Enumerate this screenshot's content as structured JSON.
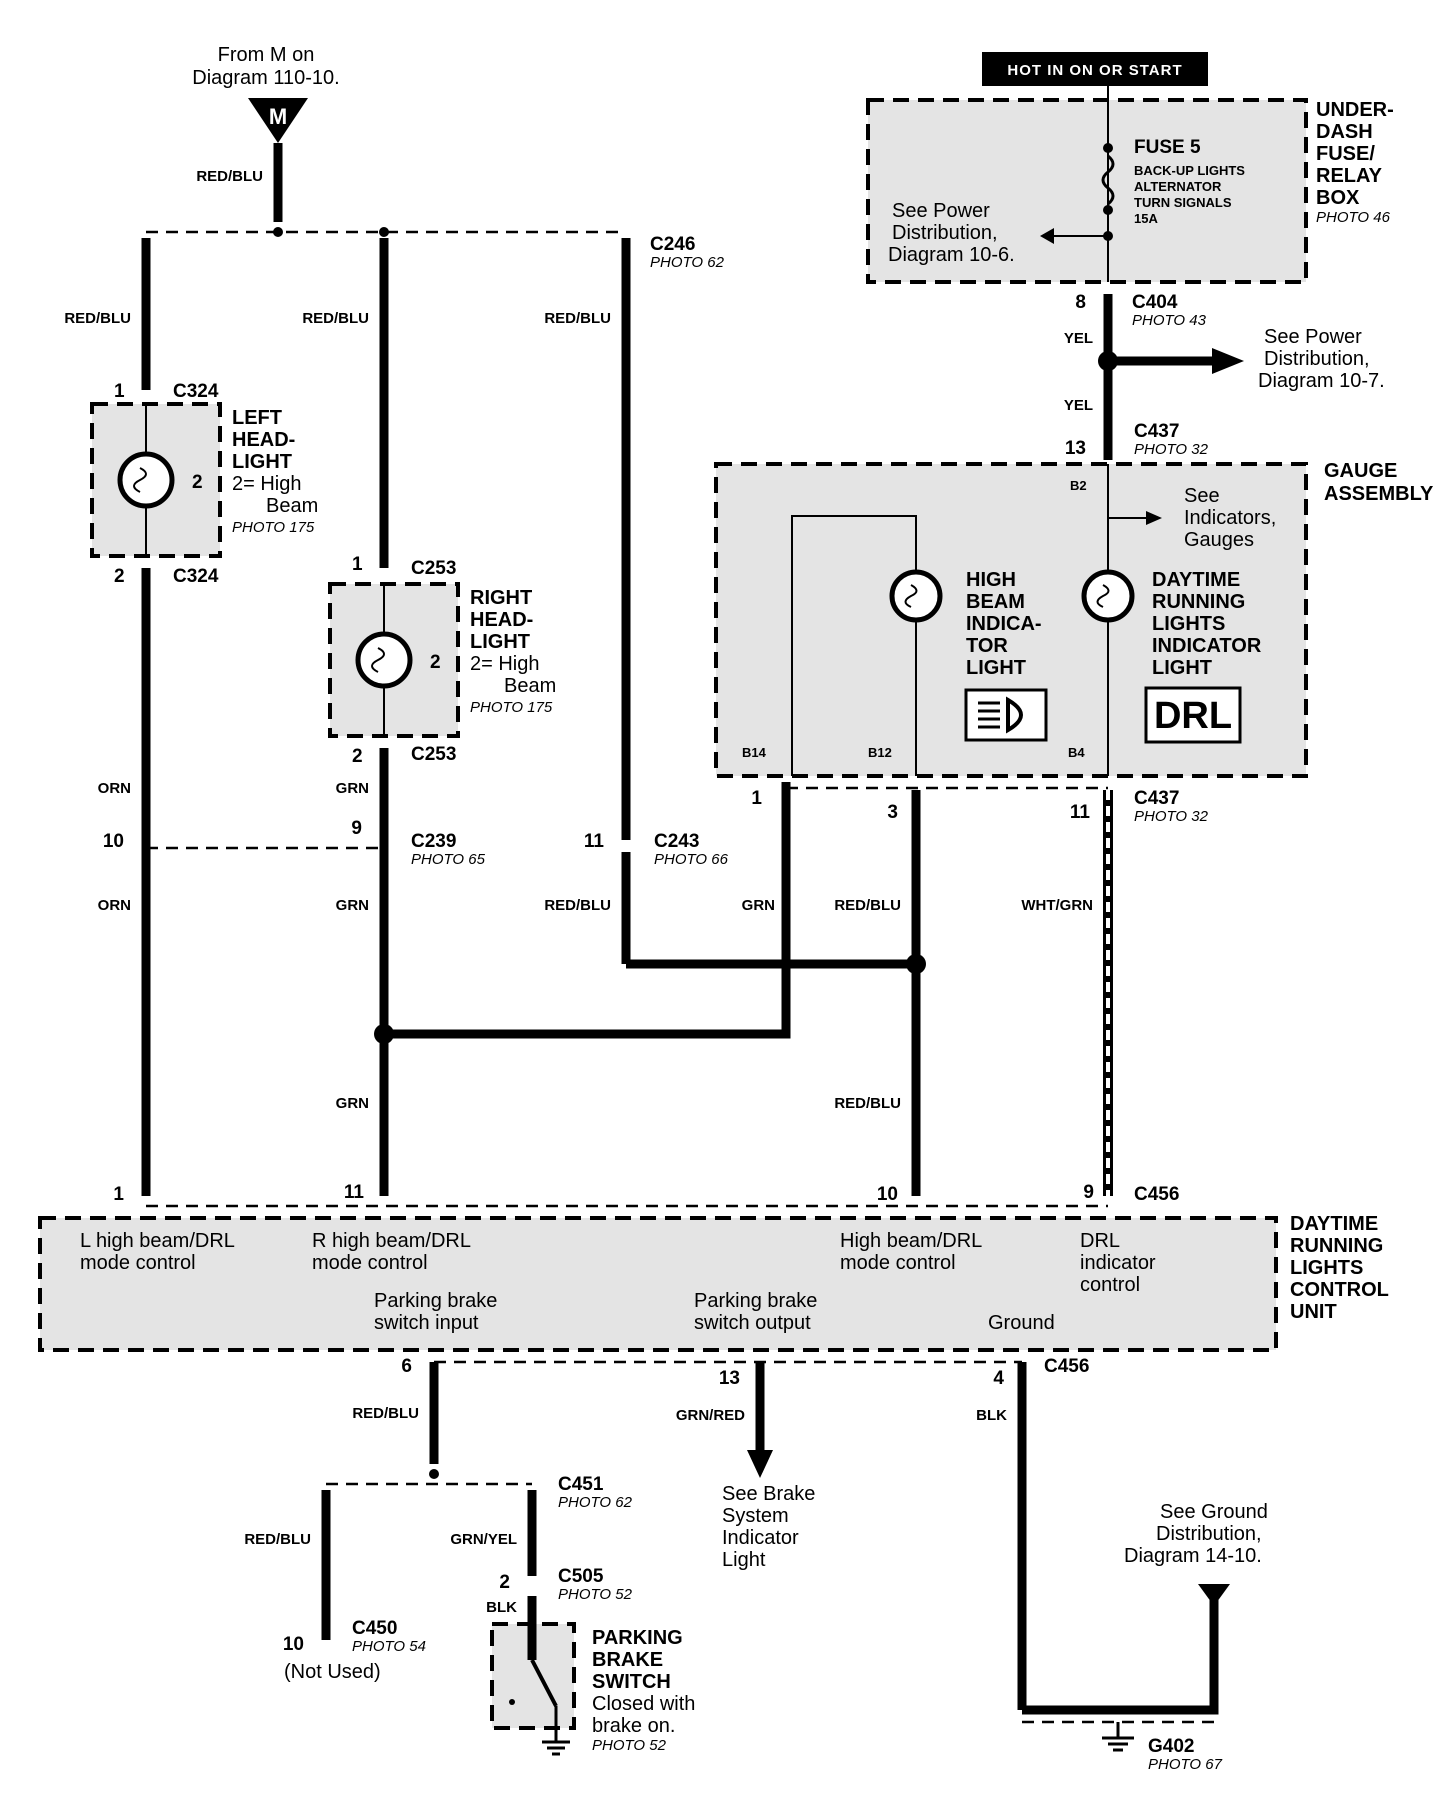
{
  "top": {
    "from_ref_line1": "From M on",
    "from_ref_line2": "Diagram 110-10.",
    "m_label": "M",
    "hot_label": "HOT IN ON OR START"
  },
  "fusebox": {
    "title": [
      "UNDER-",
      "DASH",
      "FUSE/",
      "RELAY",
      "BOX"
    ],
    "photo": "PHOTO 46",
    "fuse_name": "FUSE 5",
    "fuse_lines": [
      "BACK-UP LIGHTS",
      "ALTERNATOR",
      "TURN SIGNALS",
      "15A"
    ],
    "see_power": [
      "See Power",
      "Distribution,",
      "Diagram 10-6."
    ]
  },
  "connectors": {
    "c246": "C246",
    "c246_photo": "PHOTO 62",
    "c404": "C404",
    "c404_photo": "PHOTO 43",
    "c404_pin": "8",
    "c437_top": "C437",
    "c437_top_photo": "PHOTO 32",
    "c437_top_pin": "13",
    "c437_bot": "C437",
    "c437_bot_photo": "PHOTO 32",
    "c324_top": "C324",
    "c324_bot": "C324",
    "c324_pin1": "1",
    "c324_pin2": "2",
    "c253_top": "C253",
    "c253_bot": "C253",
    "c253_pin1": "1",
    "c253_pin2": "2",
    "c239": "C239",
    "c239_photo": "PHOTO 65",
    "c239_pin_a": "10",
    "c239_pin_b": "9",
    "c243": "C243",
    "c243_photo": "PHOTO 66",
    "c243_pin": "11",
    "c456_top": "C456",
    "c456_bot": "C456",
    "c451": "C451",
    "c451_photo": "PHOTO 62",
    "c505": "C505",
    "c505_photo": "PHOTO 52",
    "c505_pin": "2",
    "c450": "C450",
    "c450_photo": "PHOTO 54",
    "c450_pin": "10",
    "g402": "G402",
    "g402_photo": "PHOTO 67"
  },
  "see_power_2": [
    "See Power",
    "Distribution,",
    "Diagram 10-7."
  ],
  "wires": {
    "red_blu": "RED/BLU",
    "yel": "YEL",
    "orn": "ORN",
    "grn": "GRN",
    "wht_grn": "WHT/GRN",
    "grn_red": "GRN/RED",
    "blk": "BLK",
    "grn_yel": "GRN/YEL"
  },
  "left_headlight": {
    "title": [
      "LEFT",
      "HEAD-",
      "LIGHT"
    ],
    "desc": [
      "2= High",
      "Beam"
    ],
    "photo": "PHOTO 175",
    "pin": "2"
  },
  "right_headlight": {
    "title": [
      "RIGHT",
      "HEAD-",
      "LIGHT"
    ],
    "desc": [
      "2= High",
      "Beam"
    ],
    "photo": "PHOTO 175",
    "pin": "2"
  },
  "gauge": {
    "title": [
      "GAUGE",
      "ASSEMBLY"
    ],
    "see": [
      "See",
      "Indicators,",
      "Gauges"
    ],
    "high_beam": [
      "HIGH",
      "BEAM",
      "INDICA-",
      "TOR",
      "LIGHT"
    ],
    "drl_ind": [
      "DAYTIME",
      "RUNNING",
      "LIGHTS",
      "INDICATOR",
      "LIGHT"
    ],
    "drl_badge": "DRL",
    "pins": {
      "b2": "B2",
      "b14": "B14",
      "b12": "B12",
      "b4": "B4",
      "p1": "1",
      "p3": "3",
      "p11": "11"
    }
  },
  "control_unit": {
    "title": [
      "DAYTIME",
      "RUNNING",
      "LIGHTS",
      "CONTROL",
      "UNIT"
    ],
    "labels": {
      "l_high": [
        "L high beam/DRL",
        "mode control"
      ],
      "r_high": [
        "R high beam/DRL",
        "mode control"
      ],
      "hb": [
        "High beam/DRL",
        "mode control"
      ],
      "drl": [
        "DRL",
        "indicator",
        "control"
      ],
      "pb_in": [
        "Parking brake",
        "switch input"
      ],
      "pb_out": [
        "Parking brake",
        "switch output"
      ],
      "ground": "Ground"
    },
    "top_pins": {
      "p1": "1",
      "p11": "11",
      "p10": "10",
      "p9": "9"
    },
    "bot_pins": {
      "p6": "6",
      "p13": "13",
      "p4": "4"
    }
  },
  "brake_ref": [
    "See Brake",
    "System",
    "Indicator",
    "Light"
  ],
  "ground_ref": [
    "See Ground",
    "Distribution,",
    "Diagram 14-10."
  ],
  "parking_switch": {
    "title": [
      "PARKING",
      "BRAKE",
      "SWITCH"
    ],
    "desc": [
      "Closed with",
      "brake on."
    ],
    "photo": "PHOTO 52"
  },
  "not_used": "(Not Used)"
}
